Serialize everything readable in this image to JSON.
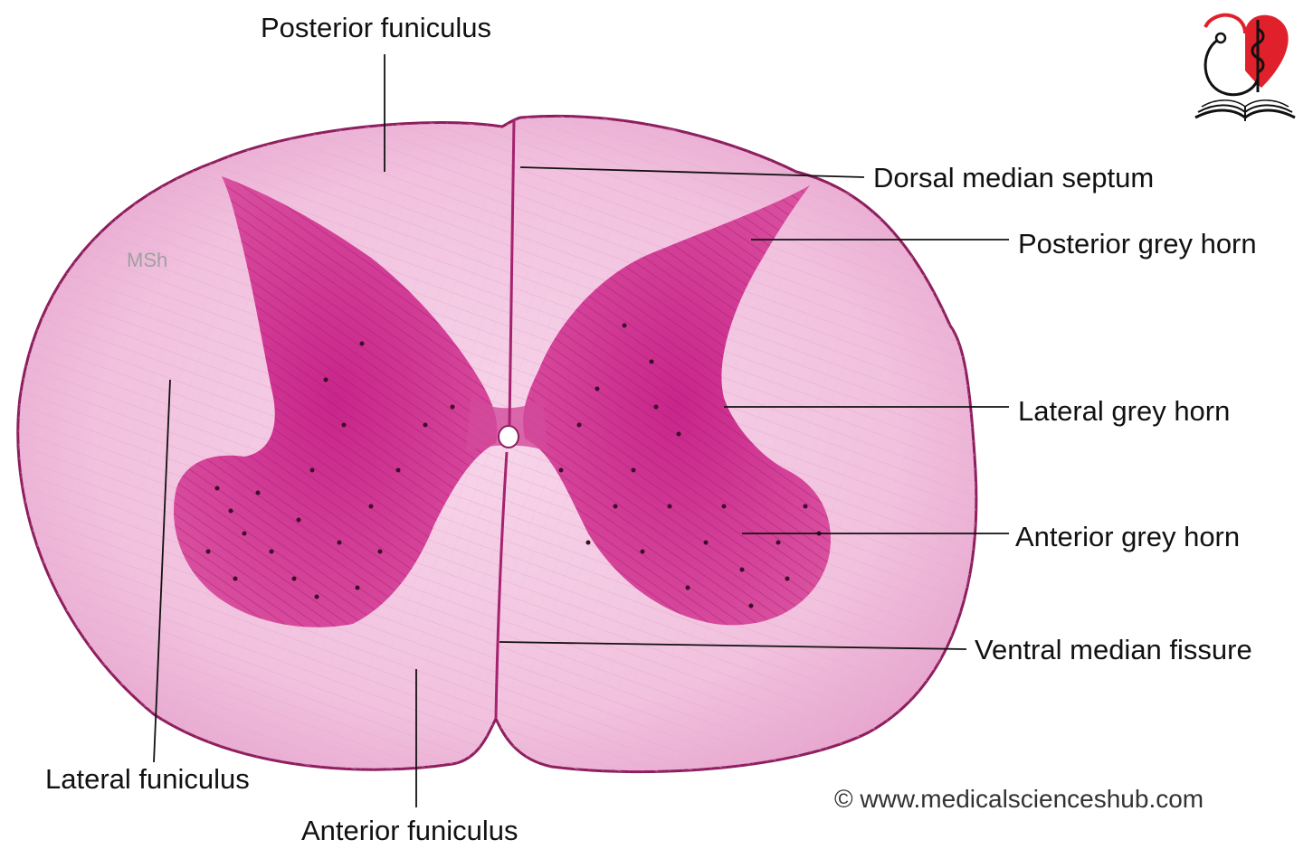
{
  "labels": {
    "posterior_funiculus": "Posterior funiculus",
    "dorsal_median_septum": "Dorsal median septum",
    "posterior_grey_horn": "Posterior grey horn",
    "lateral_grey_horn": "Lateral grey horn",
    "anterior_grey_horn": "Anterior grey horn",
    "ventral_median_fissure": "Ventral median fissure",
    "lateral_funiculus": "Lateral funiculus",
    "anterior_funiculus": "Anterior funiculus"
  },
  "watermark": "MSh",
  "copyright": "© www.medicalscienceshub.com",
  "colors": {
    "white_matter": "#f2c6e1",
    "white_matter_edge": "#e6a2cc",
    "grey_matter": "#cc2f8e",
    "grey_matter_dark": "#b81f7c",
    "outline": "#8e1e5e",
    "neuron": "#3a0c2a",
    "leader_line": "#111111",
    "logo_heart": "#e0202a"
  },
  "icons": {
    "logo": "stethoscope-heart-book-logo"
  }
}
